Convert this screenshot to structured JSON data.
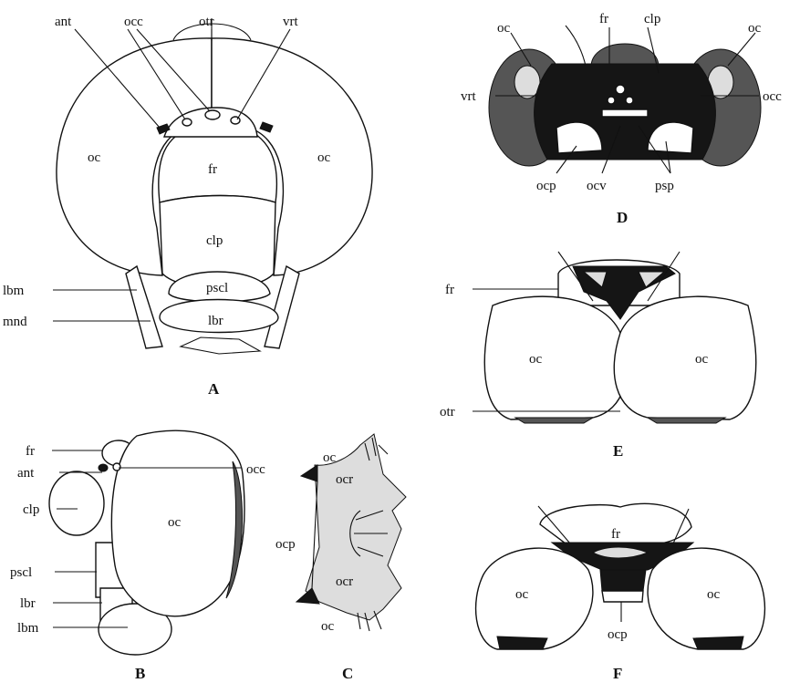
{
  "panels": {
    "A": {
      "letter": "A",
      "labels": {
        "ant": "ant",
        "occ": "occ",
        "otr": "otr",
        "vrt": "vrt",
        "oc_left": "oc",
        "oc_right": "oc",
        "fr": "fr",
        "clp": "clp",
        "lbm": "lbm",
        "pscl": "pscl",
        "mnd": "mnd",
        "lbr": "lbr"
      }
    },
    "B": {
      "letter": "B",
      "labels": {
        "fr": "fr",
        "ant": "ant",
        "occ": "occ",
        "clp": "clp",
        "oc": "oc",
        "pscl": "pscl",
        "lbr": "lbr",
        "lbm": "lbm"
      }
    },
    "C": {
      "letter": "C",
      "labels": {
        "oc_top": "oc",
        "ocr_top": "ocr",
        "ocp": "ocp",
        "ocr_bottom": "ocr",
        "oc_bottom": "oc"
      }
    },
    "D": {
      "letter": "D",
      "labels": {
        "oc_left": "oc",
        "fr": "fr",
        "clp": "clp",
        "oc_right": "oc",
        "vrt": "vrt",
        "occ": "occ",
        "ocp": "ocp",
        "ocv": "ocv",
        "psp": "psp"
      }
    },
    "E": {
      "letter": "E",
      "labels": {
        "fr": "fr",
        "oc_left": "oc",
        "oc_right": "oc",
        "otr": "otr"
      }
    },
    "F": {
      "letter": "F",
      "labels": {
        "fr": "fr",
        "oc_left": "oc",
        "oc_right": "oc",
        "ocp": "ocp"
      }
    }
  }
}
